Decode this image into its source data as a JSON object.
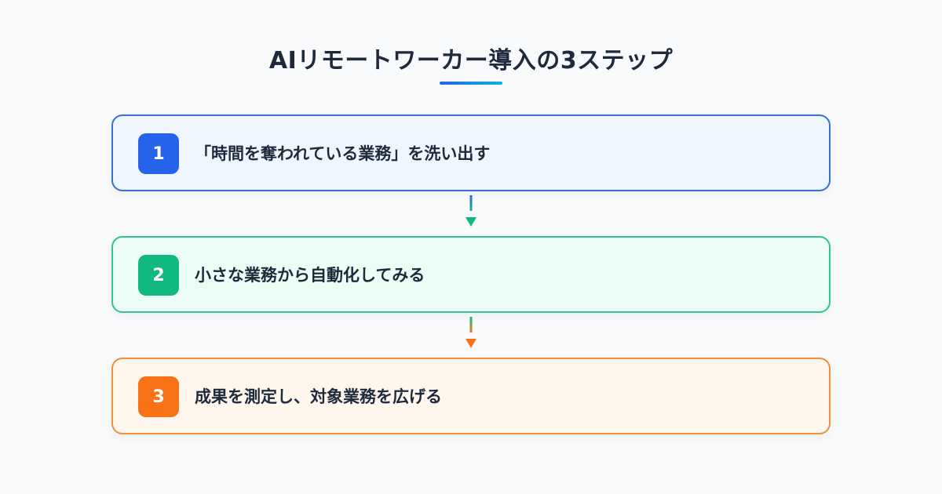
{
  "title": "AIリモートワーカー導入の3ステップ",
  "colors": {
    "step1_accent": "#2563eb",
    "step2_accent": "#10b981",
    "step3_accent": "#f97316"
  },
  "steps": [
    {
      "number": "1",
      "text": "「時間を奪われている業務」を洗い出す"
    },
    {
      "number": "2",
      "text": "小さな業務から自動化してみる"
    },
    {
      "number": "3",
      "text": "成果を測定し、対象業務を広げる"
    }
  ]
}
